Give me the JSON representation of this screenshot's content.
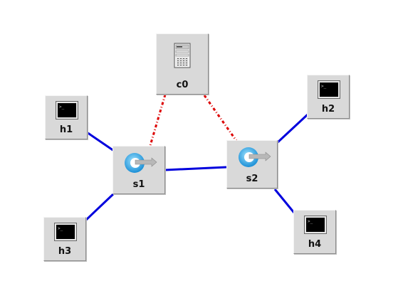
{
  "topology": {
    "nodes": [
      {
        "id": "c0",
        "type": "controller",
        "label": "c0",
        "icon": "server-icon"
      },
      {
        "id": "h1",
        "type": "host",
        "label": "h1",
        "icon": "terminal-icon"
      },
      {
        "id": "h2",
        "type": "host",
        "label": "h2",
        "icon": "terminal-icon"
      },
      {
        "id": "h3",
        "type": "host",
        "label": "h3",
        "icon": "terminal-icon"
      },
      {
        "id": "h4",
        "type": "host",
        "label": "h4",
        "icon": "terminal-icon"
      },
      {
        "id": "s1",
        "type": "switch",
        "label": "s1",
        "icon": "openflow-switch-icon"
      },
      {
        "id": "s2",
        "type": "switch",
        "label": "s2",
        "icon": "openflow-switch-icon"
      }
    ],
    "links": [
      {
        "from": "h1",
        "to": "s1",
        "style": "data"
      },
      {
        "from": "h3",
        "to": "s1",
        "style": "data"
      },
      {
        "from": "s1",
        "to": "s2",
        "style": "data"
      },
      {
        "from": "h2",
        "to": "s2",
        "style": "data"
      },
      {
        "from": "h4",
        "to": "s2",
        "style": "data"
      },
      {
        "from": "c0",
        "to": "s1",
        "style": "control"
      },
      {
        "from": "c0",
        "to": "s2",
        "style": "control"
      }
    ]
  },
  "colors": {
    "data_link": "#0000dd",
    "control_link": "#dd0000",
    "node_bg": "#d9d9d9"
  }
}
